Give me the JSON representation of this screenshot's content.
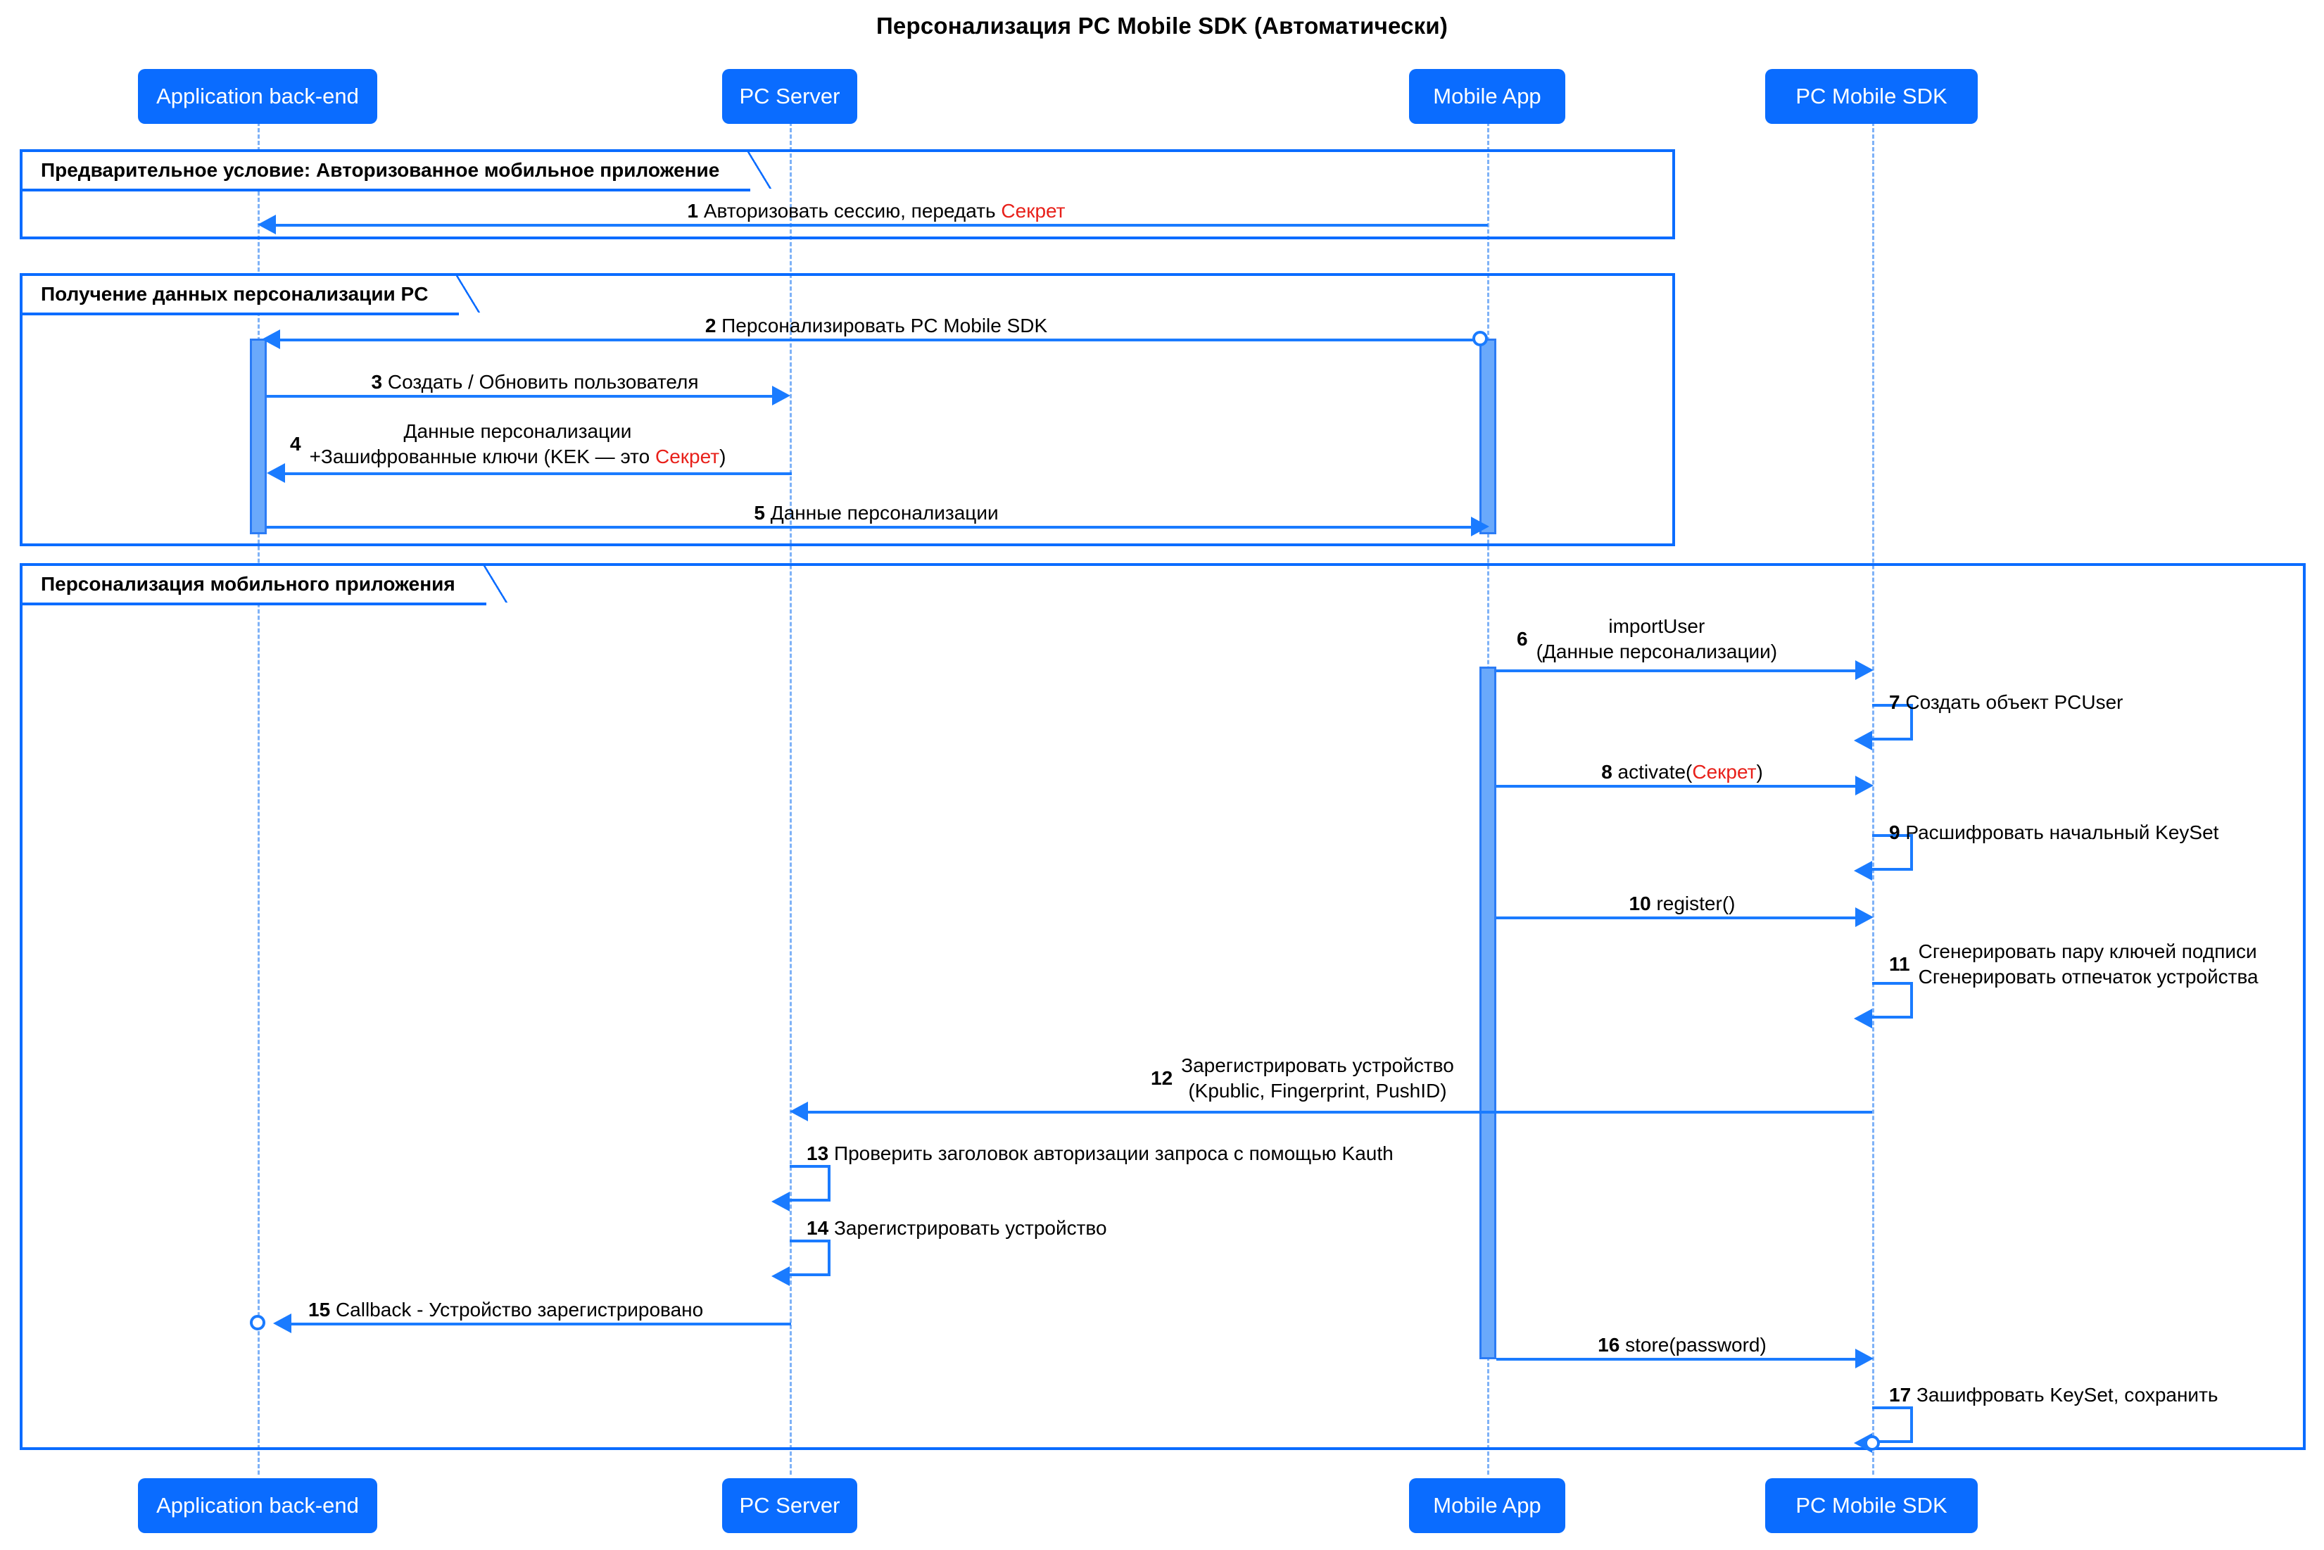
{
  "title": "Персонализация PC Mobile SDK (Автоматически)",
  "colors": {
    "participant_fill": "#0a6cff",
    "participant_text": "#ffffff",
    "arrow": "#1a7bff",
    "lifeline": "#7fb2f7",
    "fragment_border": "#0a6cff",
    "activation_fill": "#6aa9fb",
    "secret_highlight": "#e8201a"
  },
  "participants": [
    {
      "id": "backend",
      "label": "Application back-end"
    },
    {
      "id": "pcserver",
      "label": "PC Server"
    },
    {
      "id": "mobileapp",
      "label": "Mobile App"
    },
    {
      "id": "sdk",
      "label": "PC Mobile SDK"
    }
  ],
  "participants_bottom": [
    {
      "id": "backend",
      "label": "Application back-end"
    },
    {
      "id": "pcserver",
      "label": "PC Server"
    },
    {
      "id": "mobileapp",
      "label": "Mobile App"
    },
    {
      "id": "sdk",
      "label": "PC Mobile SDK"
    }
  ],
  "fragments": [
    {
      "id": "frag1",
      "label": "Предварительное условие: Авторизованное мобильное приложение"
    },
    {
      "id": "frag2",
      "label": "Получение данных персонализации PC"
    },
    {
      "id": "frag3",
      "label": "Персонализация мобильного приложения"
    }
  ],
  "messages": [
    {
      "num": "1",
      "text": "Авторизовать сессию, передать ",
      "secret": "Секрет",
      "from": "mobileapp",
      "to": "backend",
      "dir": "left"
    },
    {
      "num": "2",
      "text": "Персонализировать PC Mobile SDK",
      "from": "mobileapp",
      "to": "backend",
      "dir": "left"
    },
    {
      "num": "3",
      "text": "Создать / Обновить пользователя",
      "from": "backend",
      "to": "pcserver",
      "dir": "right"
    },
    {
      "num": "4",
      "line1": "Данные персонализации",
      "line2_pre": "+Зашифрованные ключи (KEK — это ",
      "secret": "Секрет",
      "line2_post": ")",
      "from": "pcserver",
      "to": "backend",
      "dir": "left"
    },
    {
      "num": "5",
      "text": "Данные персонализации",
      "from": "backend",
      "to": "mobileapp",
      "dir": "right"
    },
    {
      "num": "6",
      "line1": "importUser",
      "line2": "(Данные персонализации)",
      "from": "mobileapp",
      "to": "sdk",
      "dir": "right"
    },
    {
      "num": "7",
      "text": "Создать объект PCUser",
      "self": "sdk"
    },
    {
      "num": "8",
      "text": "activate(",
      "secret": "Секрет",
      "text_post": ")",
      "from": "mobileapp",
      "to": "sdk",
      "dir": "right"
    },
    {
      "num": "9",
      "text": "Расшифровать начальный KeySet",
      "self": "sdk"
    },
    {
      "num": "10",
      "text": "register()",
      "from": "mobileapp",
      "to": "sdk",
      "dir": "right"
    },
    {
      "num": "11",
      "line1": "Сгенерировать пару ключей подписи",
      "line2": "Сгенерировать отпечаток устройства",
      "self": "sdk"
    },
    {
      "num": "12",
      "line1": "Зарегистрировать устройство",
      "line2": "(Kpublic, Fingerprint, PushID)",
      "from": "sdk",
      "to": "pcserver",
      "dir": "left"
    },
    {
      "num": "13",
      "text": "Проверить заголовок авторизации запроса с помощью Kauth",
      "self": "pcserver"
    },
    {
      "num": "14",
      "text": "Зарегистрировать устройство",
      "self": "pcserver"
    },
    {
      "num": "15",
      "text": "Callback - Устройство зарегистрировано",
      "from": "pcserver",
      "to": "backend",
      "dir": "left"
    },
    {
      "num": "16",
      "text": "store(password)",
      "from": "mobileapp",
      "to": "sdk",
      "dir": "right"
    },
    {
      "num": "17",
      "text": "Зашифровать KeySet, сохранить",
      "self": "sdk"
    }
  ]
}
